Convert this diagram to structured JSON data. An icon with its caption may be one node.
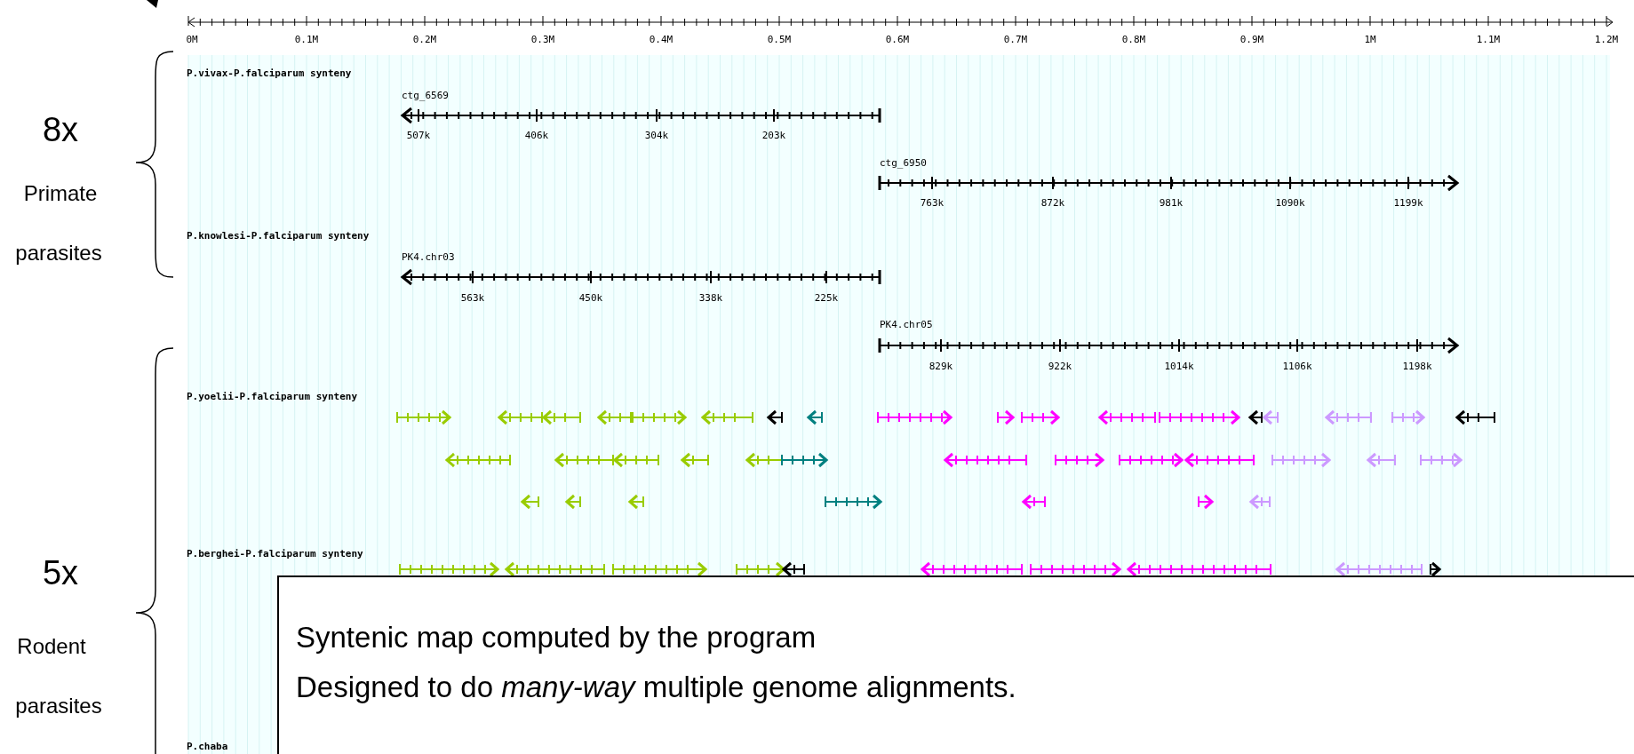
{
  "diagram": {
    "labels": [
      "0M",
      "0.1M",
      "0.2M",
      "0.3M",
      "0.4M",
      "0.5M",
      "0.6M",
      "0.7M",
      "0.8M",
      "0.9M",
      "1M",
      "1.1M",
      "1.2M",
      "P.vivax-P.falciparum synteny",
      "ctg_6569",
      "507k",
      "406k",
      "304k",
      "203k",
      "ctg_6950",
      "763k",
      "872k",
      "981k",
      "1090k",
      "1199k",
      "P.knowlesi-P.falciparum synteny",
      "PK4.chr03",
      "563k",
      "450k",
      "338k",
      "225k",
      "PK4.chr05",
      "829k",
      "922k",
      "1014k",
      "1106k",
      "1198k",
      "P.yoelii-P.falciparum synteny",
      "P.berghei-P.falciparum synteny",
      "P.chaba",
      "8x",
      "Primate",
      "parasites",
      "5x",
      "Rodent",
      "parasites",
      "Syntenic map computed by the program",
      "Designed to do *many-way* multiple genome alignments."
    ]
  }
}
